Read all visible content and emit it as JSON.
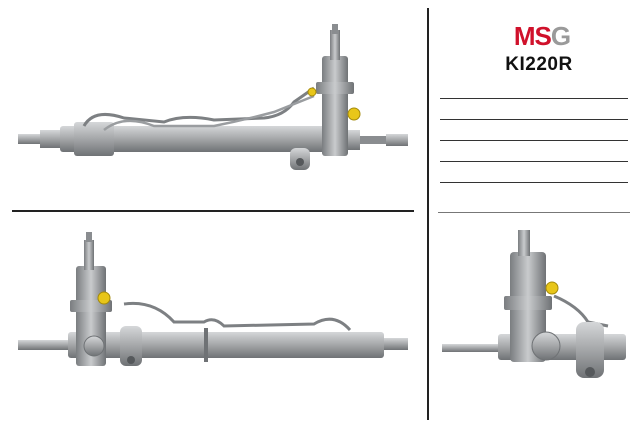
{
  "brand": {
    "parts": [
      {
        "text": "MS",
        "color": "#d0112b"
      },
      {
        "text": "G",
        "color": "#9a9a9a"
      }
    ]
  },
  "product": {
    "code": "KI220R"
  },
  "blank_lines": 5,
  "photos": [
    {
      "name": "steering-rack-front-view"
    },
    {
      "name": "steering-rack-rear-view"
    },
    {
      "name": "steering-rack-end-view"
    }
  ],
  "colors": {
    "metal": "#a9abad",
    "metal_dark": "#6f7275",
    "fitting": "#e8c619",
    "divider": "#222222"
  }
}
